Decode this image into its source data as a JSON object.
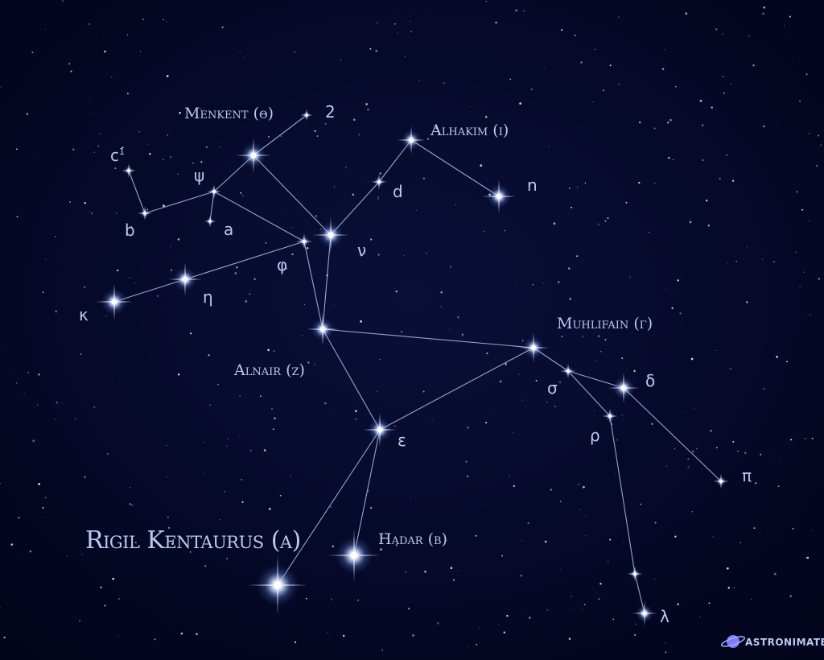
{
  "constellation": {
    "stars": [
      {
        "id": "theta",
        "label": "Menkent (θ)",
        "kind": "name",
        "mag": 2.1
      },
      {
        "id": "two",
        "label": "2",
        "kind": "plain",
        "mag": 4.2
      },
      {
        "id": "c1",
        "label": "c",
        "sup": "1",
        "kind": "plain",
        "mag": 4.0
      },
      {
        "id": "psi",
        "label": "ψ",
        "kind": "plain",
        "mag": 4.0
      },
      {
        "id": "b",
        "label": "b",
        "kind": "plain",
        "mag": 4.0
      },
      {
        "id": "a",
        "label": "a",
        "kind": "plain",
        "mag": 4.2
      },
      {
        "id": "iota",
        "label": "Alhakim (ι)",
        "kind": "name",
        "mag": 2.8
      },
      {
        "id": "d",
        "label": "d",
        "kind": "plain",
        "mag": 3.9
      },
      {
        "id": "n",
        "label": "n",
        "kind": "plain",
        "mag": 2.3
      },
      {
        "id": "nu",
        "label": "ν",
        "kind": "plain",
        "mag": 2.1
      },
      {
        "id": "phi",
        "label": "φ",
        "kind": "plain",
        "mag": 3.8
      },
      {
        "id": "eta",
        "label": "η",
        "kind": "plain",
        "mag": 2.3
      },
      {
        "id": "kappa",
        "label": "κ",
        "kind": "plain",
        "mag": 2.0
      },
      {
        "id": "zeta",
        "label": "Alnair (ζ)",
        "kind": "name",
        "mag": 2.4
      },
      {
        "id": "gamma",
        "label": "Muhlifain (γ)",
        "kind": "name",
        "mag": 2.6
      },
      {
        "id": "sigma",
        "label": "σ",
        "kind": "plain",
        "mag": 3.9
      },
      {
        "id": "delta",
        "label": "δ",
        "kind": "plain",
        "mag": 2.5
      },
      {
        "id": "rho",
        "label": "ρ",
        "kind": "plain",
        "mag": 3.9
      },
      {
        "id": "epsilon",
        "label": "ε",
        "kind": "plain",
        "mag": 2.3
      },
      {
        "id": "pi",
        "label": "π",
        "kind": "plain",
        "mag": 3.9
      },
      {
        "id": "beta",
        "label": "Hadar (β)",
        "kind": "name",
        "mag": 0.6
      },
      {
        "id": "alpha",
        "label": "Rigil Kentaurus (α)",
        "kind": "big",
        "mag": 0.0
      },
      {
        "id": "lambda_a",
        "label": "",
        "kind": "plain",
        "mag": 3.9
      },
      {
        "id": "lambda",
        "label": "λ",
        "kind": "plain",
        "mag": 3.1
      }
    ],
    "lines": [
      [
        "c1",
        "b"
      ],
      [
        "b",
        "psi"
      ],
      [
        "psi",
        "theta"
      ],
      [
        "theta",
        "two"
      ],
      [
        "psi",
        "a"
      ],
      [
        "psi",
        "phi"
      ],
      [
        "theta",
        "nu"
      ],
      [
        "phi",
        "eta"
      ],
      [
        "eta",
        "kappa"
      ],
      [
        "phi",
        "zeta"
      ],
      [
        "nu",
        "zeta"
      ],
      [
        "nu",
        "d"
      ],
      [
        "d",
        "iota"
      ],
      [
        "iota",
        "n"
      ],
      [
        "zeta",
        "gamma"
      ],
      [
        "zeta",
        "epsilon"
      ],
      [
        "gamma",
        "epsilon"
      ],
      [
        "gamma",
        "sigma"
      ],
      [
        "sigma",
        "delta"
      ],
      [
        "sigma",
        "rho"
      ],
      [
        "delta",
        "pi"
      ],
      [
        "rho",
        "lambda_a"
      ],
      [
        "lambda_a",
        "lambda"
      ],
      [
        "epsilon",
        "beta"
      ],
      [
        "epsilon",
        "alpha"
      ]
    ]
  },
  "brand": {
    "name": "ASTRONIMATE",
    "icon": "planet-icon"
  },
  "colors": {
    "sky": "#050a2a",
    "line": "#c9d8ff",
    "label": "#b8c9f3",
    "star_glow": "#9fc0ff"
  }
}
